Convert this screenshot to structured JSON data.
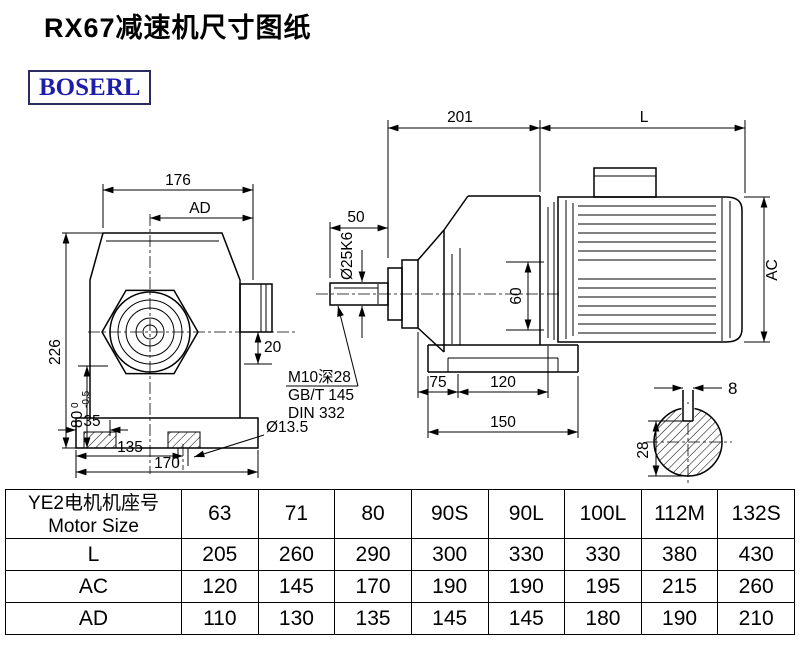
{
  "page": {
    "title": "RX67减速机尺寸图纸",
    "logo_text": "BOSERL"
  },
  "front_view": {
    "dim_width_top": "176",
    "dim_ad_label": "AD",
    "dim_height": "226",
    "dim_shaft_height": "80",
    "dim_shaft_height_tol_upper": "0",
    "dim_shaft_height_tol_lower": "-0.5",
    "dim_foot_offset": "35",
    "dim_foot_span": "135",
    "dim_base_width": "170",
    "dim_20": "20",
    "dim_foot_hole": "Ø13.5"
  },
  "side_view": {
    "dim_gearbox_length": "201",
    "dim_motor_length_label": "L",
    "dim_shaft_length": "50",
    "dim_shaft_diameter": "Ø25K6",
    "dim_60": "60",
    "dim_motor_diameter_label": "AC",
    "thread_note_line1": "M10深28",
    "thread_note_line2": "GB/T 145",
    "thread_note_line3": "DIN 332",
    "dim_75": "75",
    "dim_120": "120",
    "dim_150": "150"
  },
  "shaft_section": {
    "dim_key_width": "8",
    "dim_key_height": "28"
  },
  "table": {
    "header": {
      "line1": "YE2电机机座号",
      "line2": "Motor Size"
    },
    "motor_sizes": [
      "63",
      "71",
      "80",
      "90S",
      "90L",
      "100L",
      "112M",
      "132S"
    ],
    "rows": [
      {
        "label": "L",
        "values": [
          "205",
          "260",
          "290",
          "300",
          "330",
          "330",
          "380",
          "430"
        ]
      },
      {
        "label": "AC",
        "values": [
          "120",
          "145",
          "170",
          "190",
          "190",
          "195",
          "215",
          "260"
        ]
      },
      {
        "label": "AD",
        "values": [
          "110",
          "130",
          "135",
          "145",
          "145",
          "180",
          "190",
          "210"
        ]
      }
    ]
  }
}
